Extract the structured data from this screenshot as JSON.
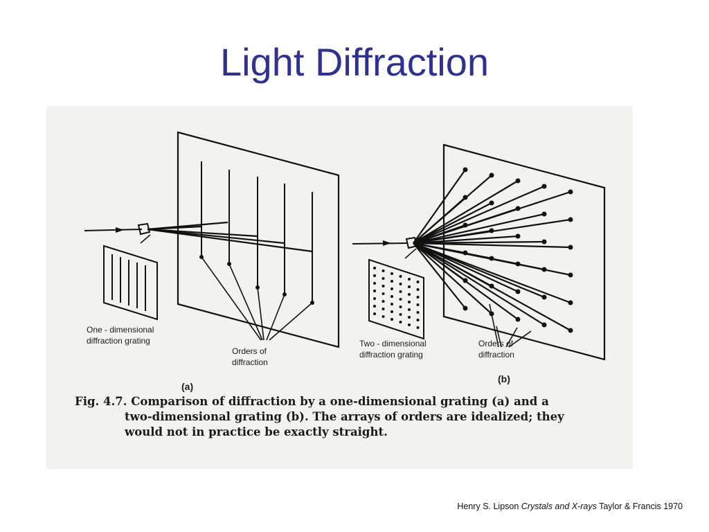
{
  "slide": {
    "title": "Light Diffraction"
  },
  "figure": {
    "panel_a": {
      "grating_label_line1": "One - dimensional",
      "grating_label_line2": "diffraction grating",
      "orders_label_line1": "Orders of",
      "orders_label_line2": "diffraction",
      "panel_tag": "(a)"
    },
    "panel_b": {
      "grating_label_line1": "Two - dimensional",
      "grating_label_line2": "diffraction grating",
      "orders_label_line1": "Orders of",
      "orders_label_line2": "diffraction",
      "panel_tag": "(b)"
    },
    "caption": {
      "line1": "Fig. 4.7.   Comparison of diffraction by a one-dimensional grating (a) and a",
      "line2": "two-dimensional grating (b).   The arrays of orders are idealized; they",
      "line3": "would not in practice be exactly straight."
    }
  },
  "citation": {
    "author": "Henry S. Lipson",
    "book": "Crystals and X-rays",
    "publisher": "Taylor & Francis 1970"
  }
}
